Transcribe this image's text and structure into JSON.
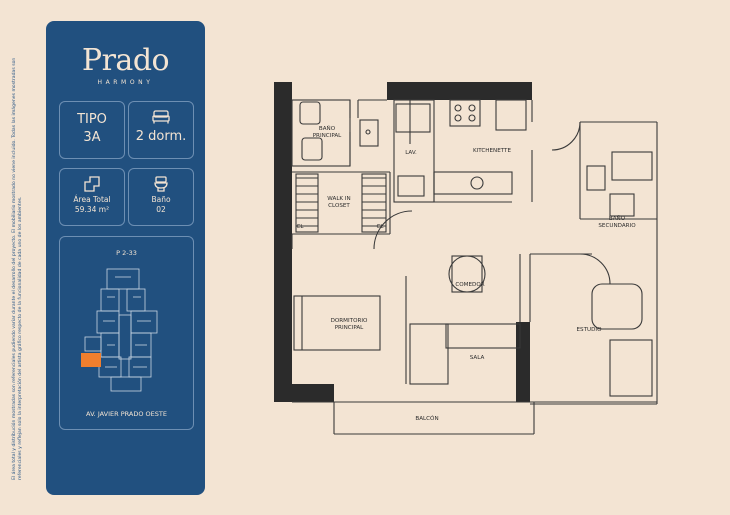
{
  "disclaimer": "El área total y distribución mostradas son referenciales pudiendo variar durante el desarrollo del proyecto. El mobiliario mostrado no viene incluido. Todas las imágenes mostradas son referenciales y reflejan solo la interpretación del artista gráfico respecto de la funcionalidad de cada uno de los ambientes.",
  "brand": {
    "name": "Prado",
    "subtitle": "HARMONY"
  },
  "unit": {
    "tipo_label": "TIPO",
    "tipo_value": "3A",
    "dorm_value": "2 dorm.",
    "area_label": "Área Total",
    "area_value": "59.34 m²",
    "bano_label": "Baño",
    "bano_value": "02"
  },
  "keyplan": {
    "code": "P 2-33",
    "street": "AV. JAVIER PRADO OESTE",
    "highlight_color": "#f07f2e"
  },
  "rooms": {
    "bano_principal": "BAÑO\nPRINCIPAL",
    "lav": "LAV.",
    "kitchenette": "KITCHENETTE",
    "walk_in": "WALK IN\nCLOSET",
    "cl1": "CL",
    "cl2": "CL",
    "bano_secundario": "BAÑO\nSECUNDARIO",
    "comedor": "COMEDOR",
    "dormitorio": "DORMITORIO\nPRINCIPAL",
    "estudio": "ESTUDIO",
    "sala": "SALA",
    "balcon": "BALCÓN"
  },
  "colors": {
    "panel": "#21507f",
    "background": "#f3e4d3",
    "wall": "#2b2b2b",
    "accent": "#f07f2e"
  }
}
